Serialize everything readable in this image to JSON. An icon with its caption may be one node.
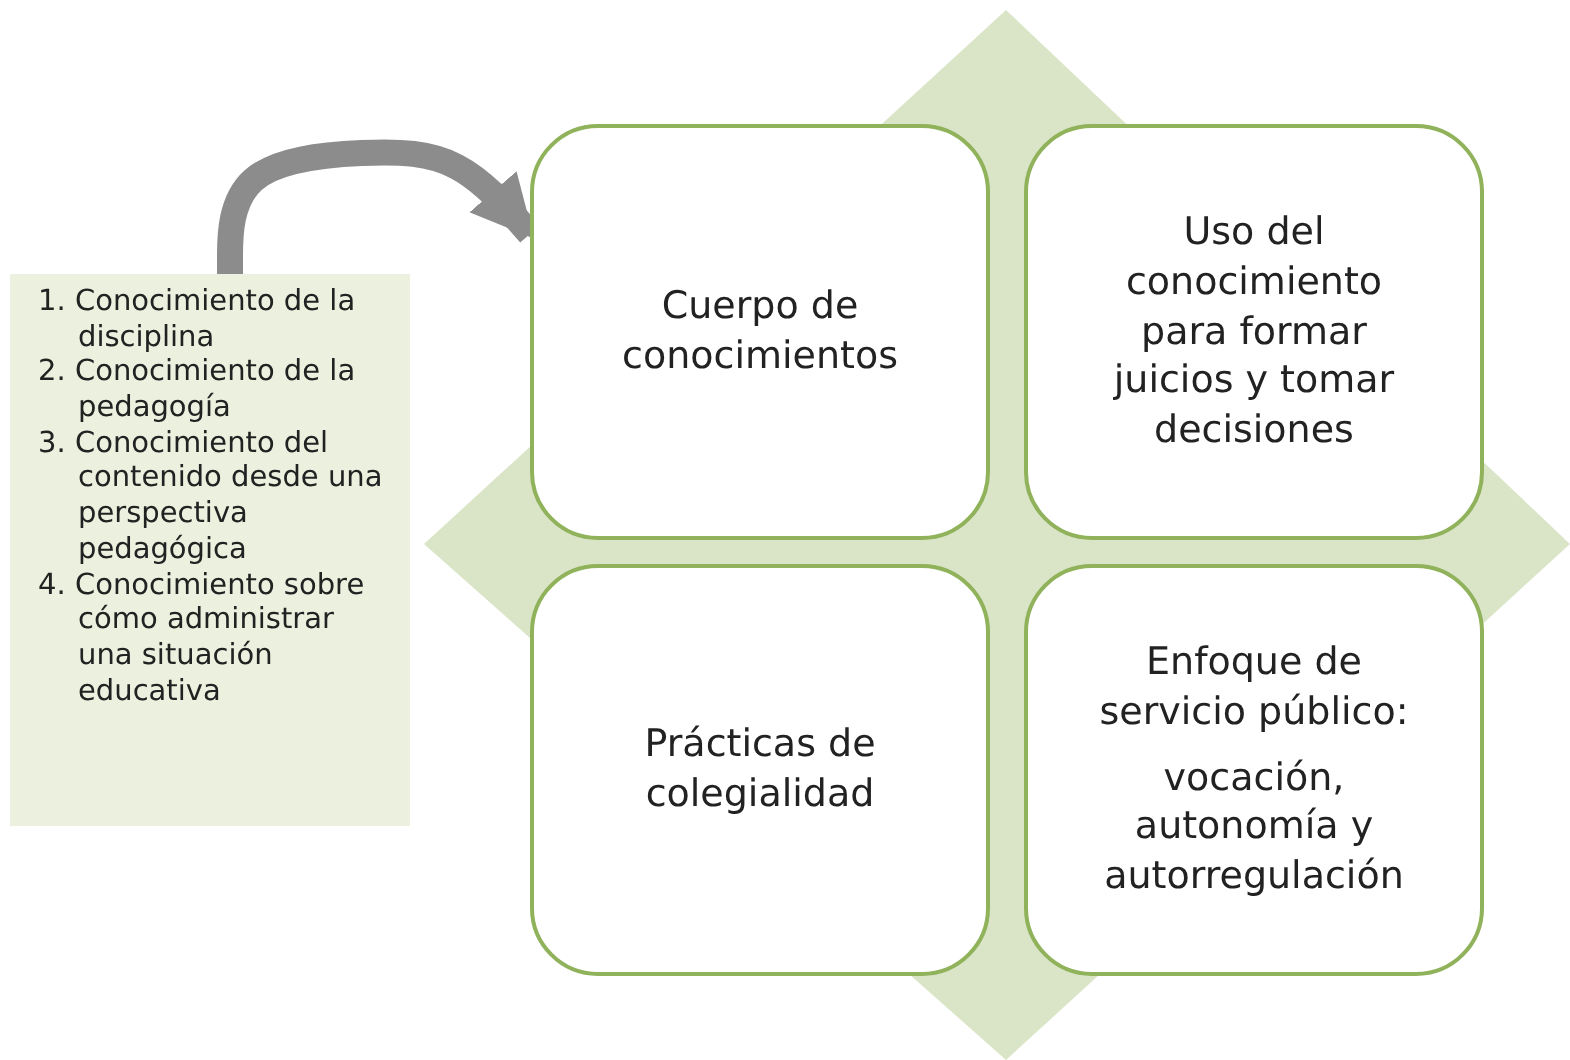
{
  "diagram": {
    "nodes": [
      {
        "text": [
          "1. Conocimiento de la disciplina",
          "2. Conocimiento de la pedagogía",
          "3. Conocimiento del contenido desde una perspectiva pedagógica",
          "4. Conocimiento sobre cómo administrar una situación educativa"
        ]
      },
      {
        "text": [
          "Cuerpo  de conocimientos"
        ]
      },
      {
        "text": [
          "Uso del conocimiento para formar juicios y tomar decisiones"
        ]
      },
      {
        "text": [
          "Prácticas de colegialidad"
        ]
      },
      {
        "text": [
          "Enfoque de servicio público:",
          "vocación, autonomía y autorregulación"
        ]
      }
    ],
    "edges": [
      {
        "from": 0,
        "to": 1,
        "arrow": "to"
      }
    ]
  }
}
